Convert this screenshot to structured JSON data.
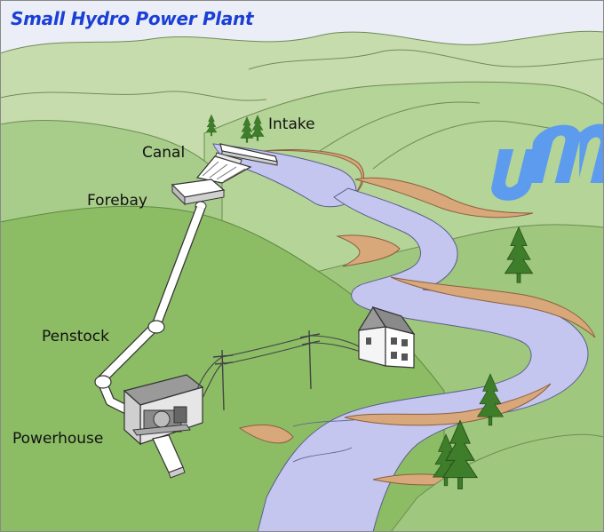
{
  "title": "Small Hydro Power Plant",
  "labels": {
    "intake": "Intake",
    "canal": "Canal",
    "forebay": "Forebay",
    "penstock": "Penstock",
    "powerhouse": "Powerhouse"
  },
  "colors": {
    "title": "#1a3fd6",
    "sky": "#ebedf7",
    "hill_far": "#c7dcad",
    "hill_mid": "#a8cc8a",
    "hill_near": "#8cbd65",
    "river": "#c4c6ef",
    "river_bank": "#d8a77a",
    "tree": "#3e7d2a",
    "logo": "#5c9bee"
  },
  "icons": [
    "pine-tree-icon",
    "house-icon",
    "power-pole-icon",
    "logo-icon"
  ]
}
